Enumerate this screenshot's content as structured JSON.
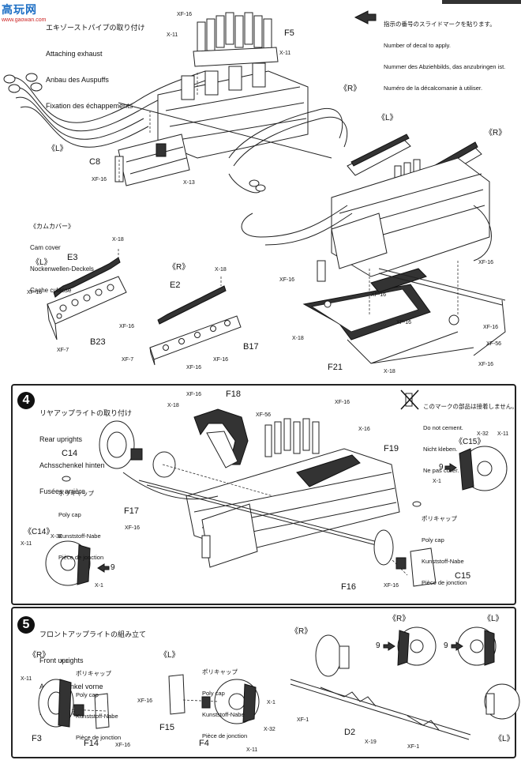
{
  "watermark": {
    "site_cn": "高玩网",
    "site_url": "www.gaowan.com"
  },
  "section3": {
    "title_jp": "エキゾーストパイプの取り付け",
    "title_en": "Attaching exhaust",
    "title_de": "Anbau des Auspuffs",
    "title_fr": "Fixation des échappements",
    "decal_note_jp": "指示の番号のスライドマークを貼ります。",
    "decal_note_en": "Number of decal to apply.",
    "decal_note_de": "Nummer des Abziehbilds, das anzubringen ist.",
    "decal_note_fr": "Numéro de la décalcomanie à utiliser.",
    "cam_title_jp": "《カムカバー》",
    "cam_title_en": "Cam cover",
    "cam_title_de": "Nockenwellen-Deckels",
    "cam_title_fr": "Cache culasse",
    "labels": {
      "F5": "F5",
      "C8": "C8",
      "E3": "E3",
      "E2": "E2",
      "B23": "B23",
      "B17": "B17",
      "F21": "F21",
      "L1": "《L》",
      "R1": "《R》",
      "L2": "《L》",
      "R2": "《R》",
      "L3": "《L》",
      "R3": "《R》"
    },
    "screws": [
      "XF-16",
      "X-11",
      "X-11",
      "X-13",
      "XF-16",
      "X-18",
      "XF-16",
      "XF-16",
      "XF-7",
      "X-18",
      "XF-7",
      "XF-16",
      "XF-16",
      "XF-16",
      "XF-16",
      "XF-16",
      "X-18",
      "XF-16",
      "X-18",
      "XF-56",
      "XF-16",
      "XF-16"
    ]
  },
  "section4": {
    "number": "4",
    "title_jp": "リヤアップライトの取り付け",
    "title_en": "Rear uprights",
    "title_de": "Achsschenkel hinten",
    "title_fr": "Fusées arrière",
    "nocement_jp": "このマークの部品は接着しません。",
    "nocement_en": "Do not cement.",
    "nocement_de": "Nicht kleben.",
    "nocement_fr": "Ne pas coller.",
    "polycap_jp": "ポリキャップ",
    "polycap_en": "Poly cap",
    "polycap_de": "Kunststoff-Nabe",
    "polycap_fr": "Pièce de jonction",
    "labels": {
      "F18": "F18",
      "C14": "C14",
      "F17": "F17",
      "F19": "F19",
      "C15": "C15",
      "F16": "F16",
      "C15b": "《C15》",
      "C14b": "《C14》"
    },
    "screws": [
      "XF-16",
      "X-18",
      "XF-56",
      "XF-16",
      "X-16",
      "X-32",
      "X-11",
      "X-1",
      "XF-16",
      "X-11",
      "X-32",
      "X-1",
      "XF-16"
    ],
    "decal_num": "9"
  },
  "section5": {
    "number": "5",
    "title_jp": "フロントアップライトの組み立て",
    "title_en": "Front uprights",
    "title_de": "Achsschenkel vorne",
    "title_fr": "Fusées avant",
    "polycap_jp": "ポリキャップ",
    "polycap_en": "Poly cap",
    "polycap_de": "Kunststoff-Nabe",
    "polycap_fr": "Pièce de jonction",
    "labels": {
      "F3": "F3",
      "F14": "F14",
      "F15": "F15",
      "F4": "F4",
      "D2": "D2",
      "R": "《R》",
      "L": "《L》",
      "R2": "《R》",
      "L2": "《L》",
      "R3": "《R》",
      "L3": "《L》"
    },
    "screws": [
      "X-1",
      "X-11",
      "XF-16",
      "XF-16",
      "X-1",
      "X-32",
      "X-11",
      "XF-1",
      "X-19",
      "XF-1"
    ],
    "decal_num": "9"
  },
  "icons": [
    "decal-arrow-icon",
    "no-cement-icon",
    "screw-icon"
  ]
}
